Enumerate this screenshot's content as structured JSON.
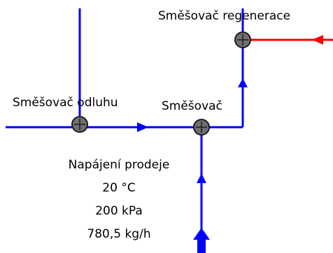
{
  "colors": {
    "stream_main": "#0000ff",
    "stream_hot": "#ff0000",
    "node_fill": "#707070",
    "node_stroke": "#1a1a1a",
    "text": "#000000",
    "background": "#ffffff"
  },
  "labels": {
    "mixer_regeneration": "Směšovač regenerace",
    "mixer_drain": "Směšovač odluhu",
    "mixer": "Směšovač"
  },
  "feed": {
    "name": "Napájení prodeje",
    "temperature": "20 °C",
    "pressure": "200 kPa",
    "flow": "780,5 kg/h"
  },
  "nodes": [
    {
      "id": "mixer-regeneration-node",
      "icon": "mixer-node-icon"
    },
    {
      "id": "mixer-drain-node",
      "icon": "mixer-node-icon"
    },
    {
      "id": "mixer-node",
      "icon": "mixer-node-icon"
    }
  ]
}
